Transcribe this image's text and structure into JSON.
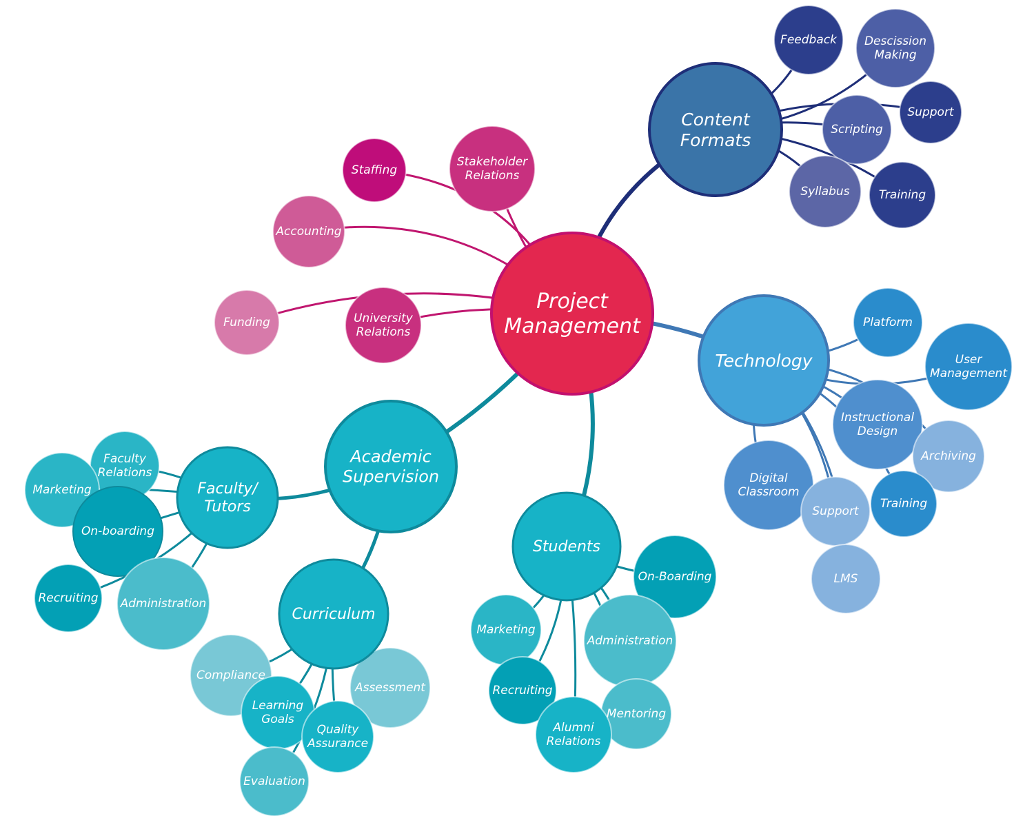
{
  "colors": {
    "pm_root": "#e3274f",
    "pm_root_border": "#c2106e",
    "pm_branch": "#c0166f",
    "magenta_dark": "#bf0d7a",
    "magenta_mid": "#c8307f",
    "magenta_light": "#cf5b97",
    "pink_light": "#d77aaa",
    "navy": "#2c3e8c",
    "navy_border": "#1e2e78",
    "steel": "#3a74a8",
    "indigo": "#4d5fa6",
    "indigo_light": "#5c66a6",
    "cyan": "#17b3c7",
    "cyan_dark": "#03a0b5",
    "cyan_mid": "#2ab5c6",
    "cyan_light": "#4bbccb",
    "cyan_pale": "#79c8d6",
    "teal_line": "#0e8a9c",
    "blue_main": "#42a3d9",
    "blue_mid": "#2a8ccc",
    "blue_soft": "#4f8fce",
    "blue_pale": "#86b2de",
    "blue_line": "#3f78b5"
  },
  "nodes": {
    "project_management": "Project\nManagement",
    "staffing": "Staffing",
    "stakeholder_relations": "Stakeholder\nRelations",
    "accounting": "Accounting",
    "funding": "Funding",
    "university_relations": "University\nRelations",
    "content_formats": "Content\nFormats",
    "feedback": "Feedback",
    "descission_making": "Descission\nMaking",
    "support_cf": "Support",
    "scripting": "Scripting",
    "syllabus": "Syllabus",
    "training_cf": "Training",
    "technology": "Technology",
    "platform": "Platform",
    "user_management": "User\nManagement",
    "instructional_design": "Instructional\nDesign",
    "archiving": "Archiving",
    "digital_classroom": "Digital\nClassroom",
    "support_tech": "Support",
    "training_tech": "Training",
    "lms": "LMS",
    "academic_supervision": "Academic\nSupervision",
    "faculty_tutors": "Faculty/\nTutors",
    "faculty_relations": "Faculty\nRelations",
    "marketing_ft": "Marketing",
    "onboarding_ft": "On-boarding",
    "recruiting_ft": "Recruiting",
    "administration_ft": "Administration",
    "curriculum": "Curriculum",
    "compliance": "Compliance",
    "learning_goals": "Learning\nGoals",
    "assessment": "Assessment",
    "quality_assurance": "Quality\nAssurance",
    "evaluation": "Evaluation",
    "students": "Students",
    "onboarding_st": "On-Boarding",
    "marketing_st": "Marketing",
    "administration_st": "Administration",
    "recruiting_st": "Recruiting",
    "mentoring": "Mentoring",
    "alumni_relations": "Alumni\nRelations"
  }
}
